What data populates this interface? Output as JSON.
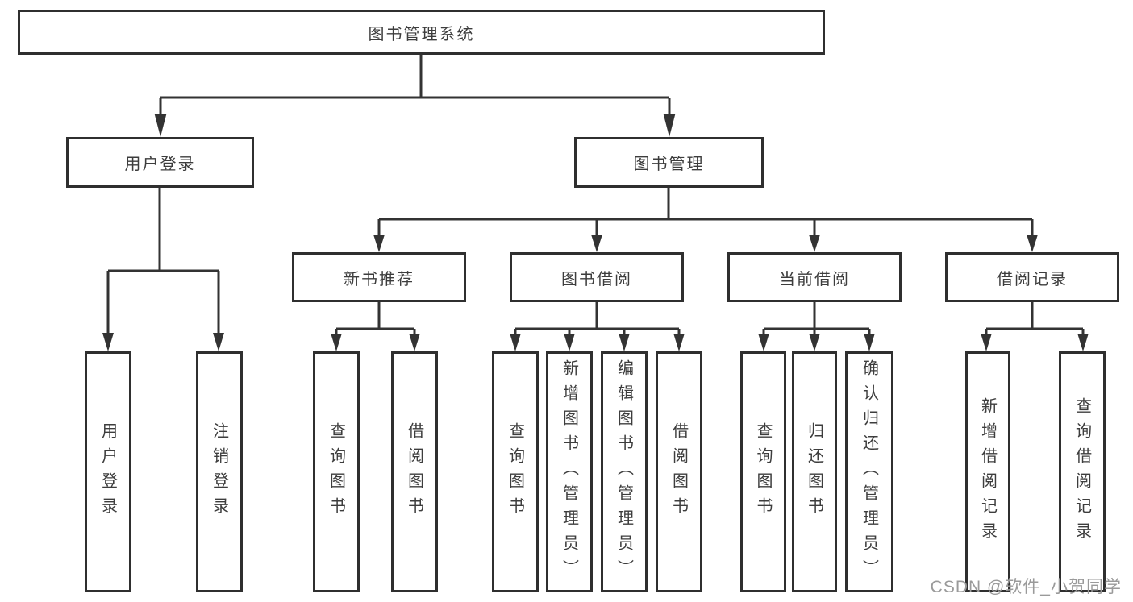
{
  "tree": {
    "label": "图书管理系统",
    "children": [
      {
        "label": "用户登录",
        "children": [
          {
            "label": "用户登录"
          },
          {
            "label": "注销登录"
          }
        ]
      },
      {
        "label": "图书管理",
        "children": [
          {
            "label": "新书推荐",
            "children": [
              {
                "label": "查询图书"
              },
              {
                "label": "借阅图书"
              }
            ]
          },
          {
            "label": "图书借阅",
            "children": [
              {
                "label": "查询图书"
              },
              {
                "label": "新增图书（管理员）"
              },
              {
                "label": "编辑图书（管理员）"
              },
              {
                "label": "借阅图书"
              }
            ]
          },
          {
            "label": "当前借阅",
            "children": [
              {
                "label": "查询图书"
              },
              {
                "label": "归还图书"
              },
              {
                "label": "确认归还（管理员）"
              }
            ]
          },
          {
            "label": "借阅记录",
            "children": [
              {
                "label": "新增借阅记录"
              },
              {
                "label": "查询借阅记录"
              }
            ]
          }
        ]
      }
    ]
  },
  "watermark": {
    "text": "CSDN @软件_小贺同学"
  },
  "colors": {
    "line": "#333333",
    "box_border": "#2f2f2f",
    "text": "#3d3d3d",
    "watermark": "#9a9a9a",
    "background": "#ffffff"
  }
}
